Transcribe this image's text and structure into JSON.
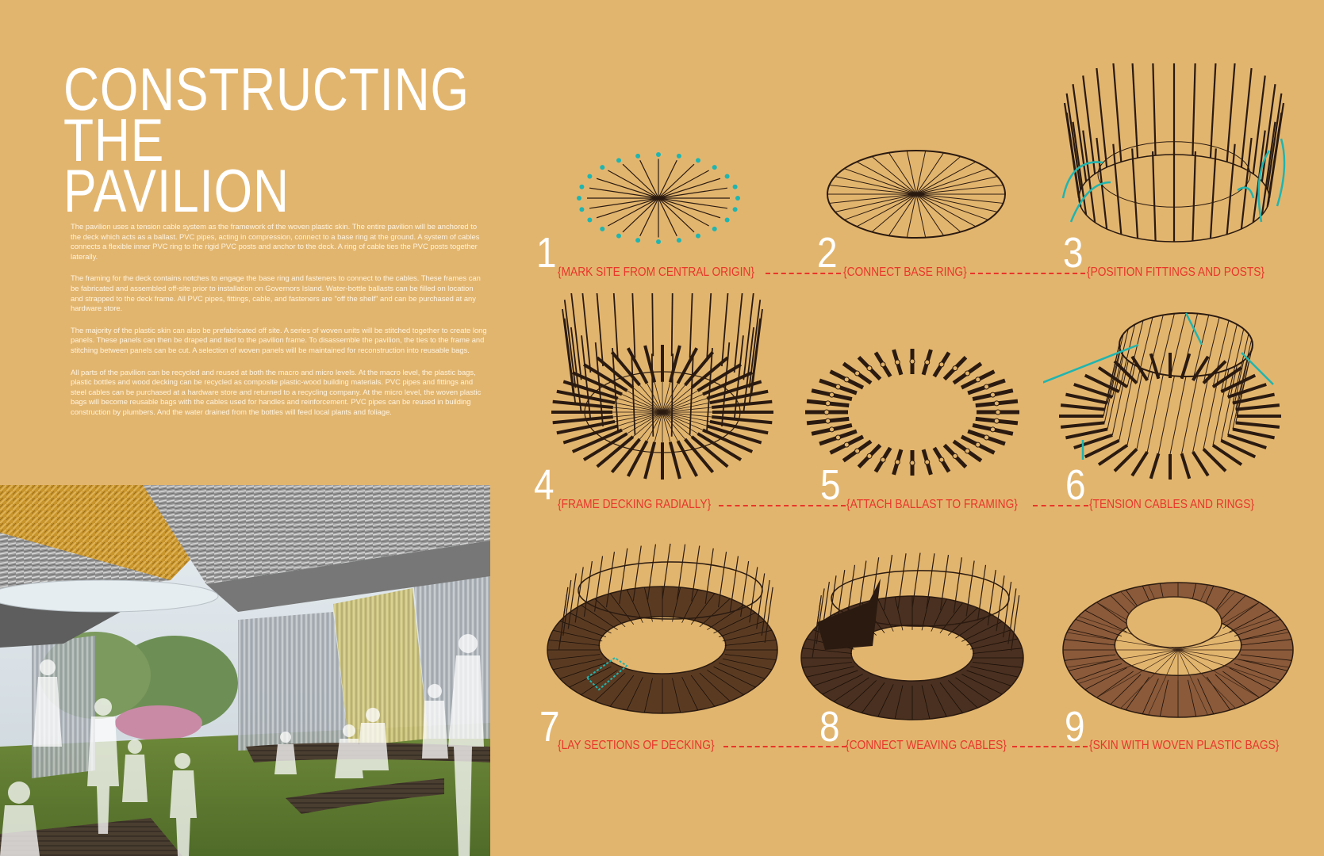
{
  "title": {
    "line1": "CONSTRUCTING",
    "line2": "THE",
    "line3": "PAVILION"
  },
  "body": {
    "p1": "The pavilion uses a tension cable system as the framework of the woven plastic skin.  The entire pavilion will be anchored to the deck which acts as a ballast.  PVC pipes, acting in compression, connect to a base ring at the ground.  A system of cables connects a flexible inner PVC ring to the rigid PVC posts and anchor to the deck.  A ring of cable ties the PVC posts together laterally.",
    "p2": "The framing for the deck contains notches to engage the base ring and fasteners to connect to the cables.   These frames can be fabricated and assembled off-site prior to installation on Governors Island.  Water-bottle ballasts can be filled on location and strapped to the deck frame.  All PVC pipes, fittings, cable, and fasteners are \"off the shelf\" and can be purchased at any hardware store.",
    "p3": "The majority of the plastic skin can also be prefabricated off site.  A series of woven units will be stitched together to create long panels.  These panels can then be draped and tied to the pavilion frame.  To disassemble the pavilion, the ties to the frame and stitching between panels can be cut.  A selection of woven panels will be maintained for reconstruction into reusable bags.",
    "p4": "All parts of the pavilion can be recycled and reused at both the macro and micro levels.  At the macro level, the plastic bags, plastic bottles and wood decking can be recycled as composite plastic-wood building materials.  PVC pipes and fittings and steel cables can be purchased at a hardware store and returned to a recycling company.  At the micro level, the woven plastic bags will become reusable bags with the cables used for handles and reinforcement.   PVC pipes can be reused in building construction by plumbers.  And the water drained from the bottles will feed local plants and foliage."
  },
  "steps": [
    {
      "num": "1",
      "label": "{MARK SITE FROM CENTRAL ORIGIN}"
    },
    {
      "num": "2",
      "label": "{CONNECT BASE RING}"
    },
    {
      "num": "3",
      "label": "{POSITION FITTINGS AND POSTS}"
    },
    {
      "num": "4",
      "label": "{FRAME DECKING RADIALLY}"
    },
    {
      "num": "5",
      "label": "{ATTACH BALLAST TO FRAMING}"
    },
    {
      "num": "6",
      "label": "{TENSION CABLES AND RINGS}"
    },
    {
      "num": "7",
      "label": "{LAY SECTIONS OF DECKING}"
    },
    {
      "num": "8",
      "label": "{CONNECT WEAVING CABLES}"
    },
    {
      "num": "9",
      "label": "{SKIN WITH WOVEN PLASTIC BAGS}"
    }
  ],
  "colors": {
    "background": "#e2b56e",
    "label_red": "#e9362a",
    "accent_teal": "#1fb5b0",
    "frame_dark": "#2a1a10",
    "skin_brown": "#8a5a3a"
  }
}
